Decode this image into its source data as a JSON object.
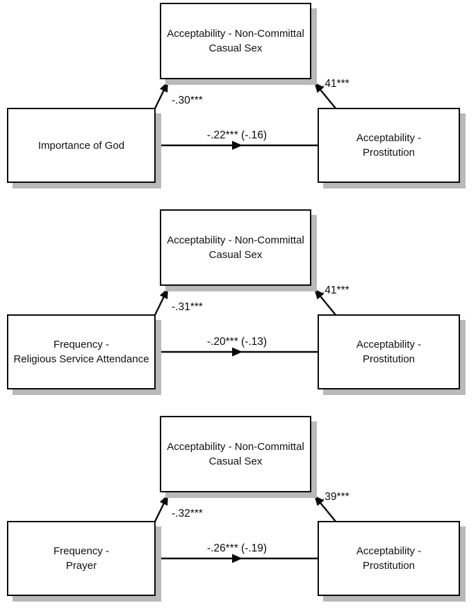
{
  "figure": {
    "description": "Three mediation path diagrams: religiosity measures predicting acceptability of prostitution, mediated by acceptability of non-committal casual sex",
    "panels": [
      {
        "predictor": "Importance of God",
        "mediator": "Acceptability - Non-Committal\nCasual Sex",
        "outcome": "Acceptability -\nProstitution",
        "path_a": "-.30***",
        "path_b": ".41***",
        "path_direct": "-.22*** (-.16)"
      },
      {
        "predictor": "Frequency -\nReligious Service Attendance",
        "mediator": "Acceptability - Non-Committal\nCasual Sex",
        "outcome": "Acceptability -\nProstitution",
        "path_a": "-.31***",
        "path_b": ".41***",
        "path_direct": "-.20*** (-.13)"
      },
      {
        "predictor": "Frequency -\nPrayer",
        "mediator": "Acceptability - Non-Committal\nCasual Sex",
        "outcome": "Acceptability -\nProstitution",
        "path_a": "-.32***",
        "path_b": ".39***",
        "path_direct": "-.26*** (-.19)"
      }
    ],
    "colors": {
      "box_fill": "#ffffff",
      "box_border": "#0a0a0a",
      "shadow": "#b9b9b9",
      "arrow": "#0a0a0a"
    }
  }
}
